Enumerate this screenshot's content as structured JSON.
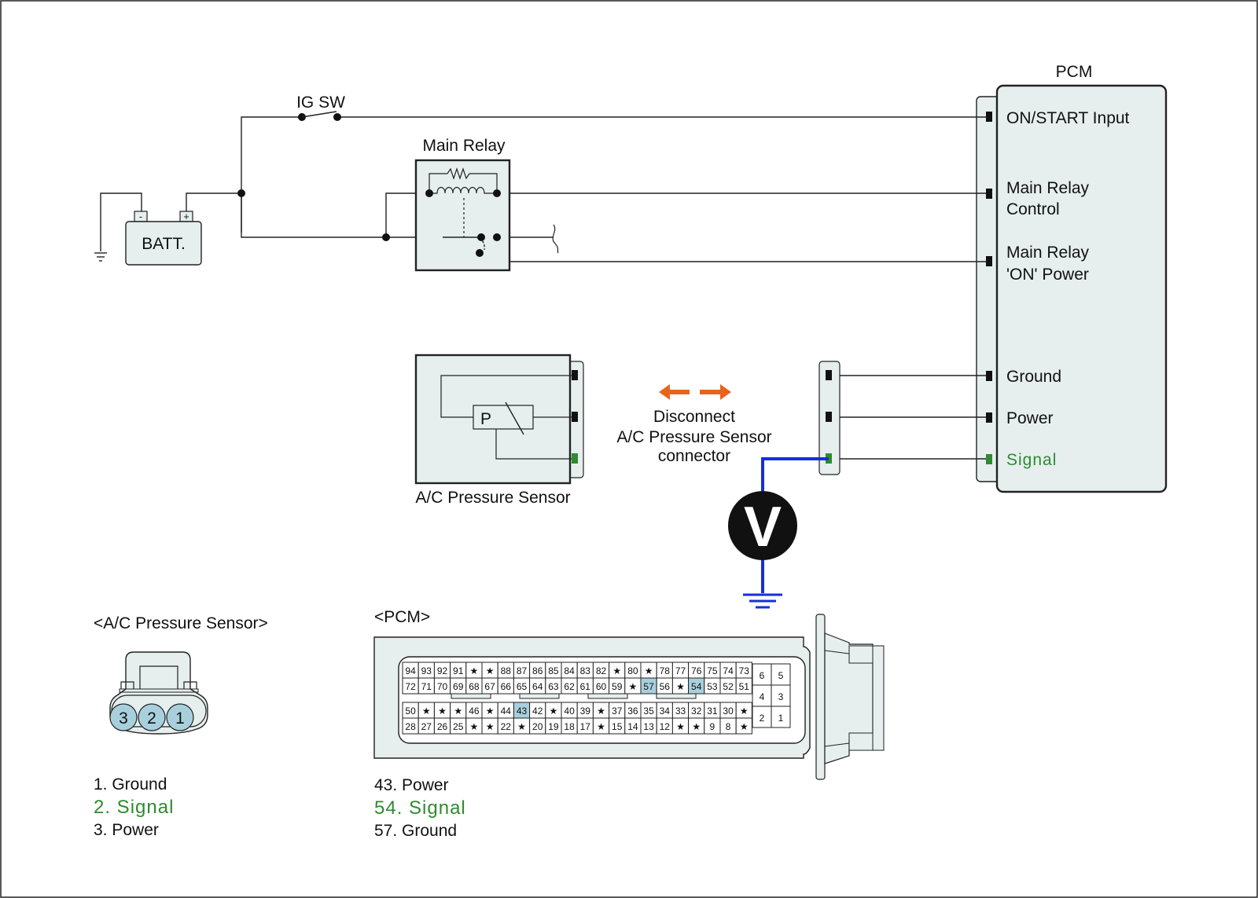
{
  "colors": {
    "signal_green": "#2e8b2e",
    "meter_wire_blue": "#1530d8",
    "arrow_orange": "#e8641e",
    "box_fill": "#e6eeee",
    "pin_highlight": "#a8d0dc"
  },
  "labels": {
    "pcm_title": "PCM",
    "ig_sw": "IG SW",
    "main_relay": "Main Relay",
    "battery": "BATT.",
    "battery_minus": "-",
    "battery_plus": "+",
    "sensor_name": "A/C Pressure Sensor",
    "sensor_p": "P",
    "meter": "V",
    "disconnect_line1": "Disconnect",
    "disconnect_line2": "A/C Pressure Sensor",
    "disconnect_line3": "connector"
  },
  "pcm_pins": {
    "on_start": "ON/START Input",
    "relay_control_1": "Main Relay",
    "relay_control_2": "Control",
    "relay_on_power_1": "Main Relay",
    "relay_on_power_2": "'ON' Power",
    "ground": "Ground",
    "power": "Power",
    "signal": "Signal"
  },
  "sensor_connector": {
    "title": "<A/C Pressure Sensor>",
    "pins": [
      "3",
      "2",
      "1"
    ],
    "legend": [
      "1. Ground",
      "2. Signal",
      "3. Power"
    ],
    "highlight_index": 1
  },
  "pcm_connector": {
    "title": "<PCM>",
    "row1": [
      "94",
      "93",
      "92",
      "91",
      "★",
      "★",
      "88",
      "87",
      "86",
      "85",
      "84",
      "83",
      "82",
      "★",
      "80",
      "★",
      "78",
      "77",
      "76",
      "75",
      "74",
      "73"
    ],
    "row2": [
      "72",
      "71",
      "70",
      "69",
      "68",
      "67",
      "66",
      "65",
      "64",
      "63",
      "62",
      "61",
      "60",
      "59",
      "★",
      "57",
      "56",
      "★",
      "54",
      "53",
      "52",
      "51"
    ],
    "row3": [
      "50",
      "★",
      "★",
      "★",
      "46",
      "★",
      "44",
      "43",
      "42",
      "★",
      "40",
      "39",
      "★",
      "37",
      "36",
      "35",
      "34",
      "33",
      "32",
      "31",
      "30",
      "★"
    ],
    "row4": [
      "28",
      "27",
      "26",
      "25",
      "★",
      "★",
      "22",
      "★",
      "20",
      "19",
      "18",
      "17",
      "★",
      "15",
      "14",
      "13",
      "12",
      "★",
      "★",
      "9",
      "8",
      "★"
    ],
    "highlighted": [
      "57",
      "54",
      "43"
    ],
    "side_grid": [
      [
        "6",
        "5"
      ],
      [
        "4",
        "3"
      ],
      [
        "2",
        "1"
      ]
    ],
    "legend": [
      "43. Power",
      "54. Signal",
      "57. Ground"
    ],
    "highlight_index": 1
  }
}
